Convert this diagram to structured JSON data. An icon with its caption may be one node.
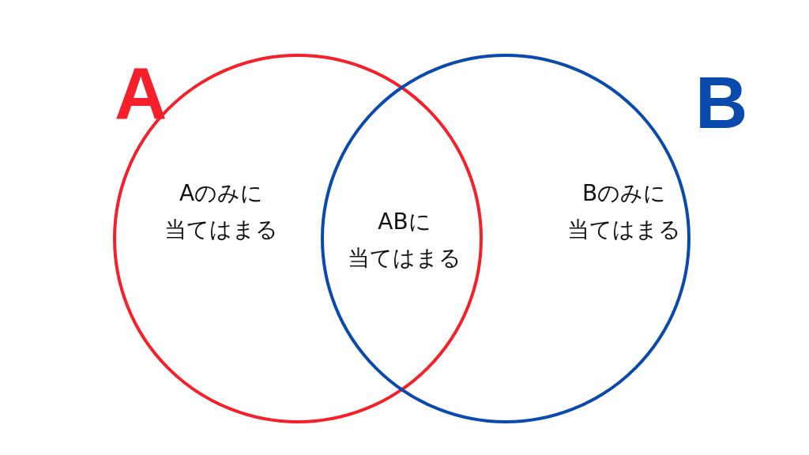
{
  "diagram": {
    "nodes": [
      {
        "text": [
          "A",
          "Aのみに当てはまる"
        ]
      },
      {
        "text": [
          "B",
          "Bのみに当てはまる"
        ]
      }
    ],
    "labels": [
      "ABに当てはまる"
    ]
  }
}
